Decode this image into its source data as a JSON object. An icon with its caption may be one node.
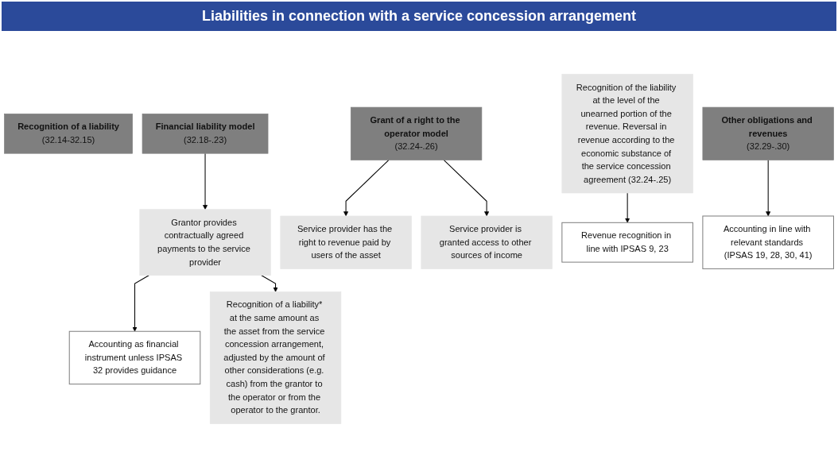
{
  "diagram": {
    "title": "Liabilities in connection with a service concession arrangement",
    "nodes": [
      {
        "text": [
          "Recognition of a liability",
          "(32.14-32.15)"
        ]
      },
      {
        "text": [
          "Financial liability model",
          "(32.18-.23)"
        ]
      },
      {
        "text": [
          "Grant of a right to the operator model",
          "(32.24-.26)"
        ]
      },
      {
        "text": [
          "Other obligations and revenues",
          "(32.29-.30)"
        ]
      },
      {
        "text": [
          "Recognition of a liability* at the same amount as the asset from the service concession arrangement, adjusted by the amount of other considerations (e.g. cash) from the grantor to the operator or from the operator to the grantor."
        ]
      },
      {
        "text": [
          "Grantor provides contractually agreed payments to the service provider"
        ]
      },
      {
        "text": [
          "Service provider has the right to revenue paid by users of the asset"
        ]
      },
      {
        "text": [
          "Service provider is granted access to other sources of income"
        ]
      },
      {
        "text": [
          "Recognition of the liability at the level of the unearned portion of the revenue. Reversal in revenue according to the economic substance of the service concession agreement (32.24-.25)"
        ]
      },
      {
        "text": [
          "Accounting as financial instrument unless IPSAS 32 provides guidance"
        ]
      },
      {
        "text": [
          "Revenue recognition in line with IPSAS 9, 23"
        ]
      },
      {
        "text": [
          "Accounting in line with relevant standards (IPSAS 19, 28, 30, 41)"
        ]
      }
    ],
    "edges": [
      {
        "from": 1,
        "to": 5,
        "arrow": "to"
      },
      {
        "from": 2,
        "to": 6,
        "arrow": "to"
      },
      {
        "from": 2,
        "to": 7,
        "arrow": "to"
      },
      {
        "from": 5,
        "to": 9,
        "arrow": "to"
      },
      {
        "from": 5,
        "to": 4,
        "arrow": "to"
      },
      {
        "from": 8,
        "to": 10,
        "arrow": "to"
      },
      {
        "from": 3,
        "to": 11,
        "arrow": "to"
      }
    ]
  }
}
